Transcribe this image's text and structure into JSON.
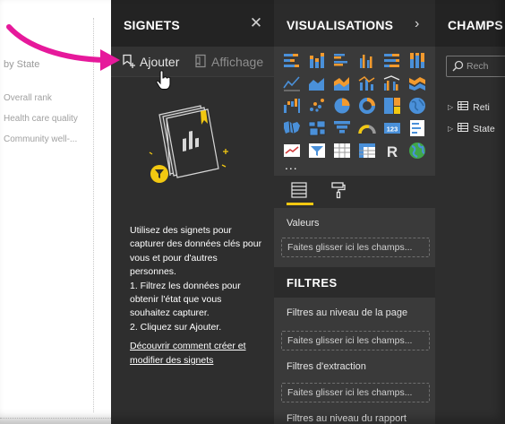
{
  "canvas": {
    "title": "by State",
    "items": [
      "Overall rank",
      "Health care quality",
      "Community well-..."
    ]
  },
  "bookmarks": {
    "title": "SIGNETS",
    "close_glyph": "✕",
    "add_label": "Ajouter",
    "view_label": "Affichage",
    "description": [
      "Utilisez des signets pour capturer des données clés pour vous et pour d'autres personnes.",
      "1. Filtrez les données pour obtenir l'état que vous souhaitez capturer.",
      "2. Cliquez sur Ajouter."
    ],
    "link": "Découvrir comment créer et modifier des signets"
  },
  "visualizations": {
    "title": "VISUALISATIONS",
    "chevron": "›",
    "more": "...",
    "icons": [
      "stacked-bar-icon",
      "stacked-column-icon",
      "clustered-bar-icon",
      "clustered-column-icon",
      "100-stacked-bar-icon",
      "100-stacked-column-icon",
      "line-chart-icon",
      "area-chart-icon",
      "stacked-area-icon",
      "line-column-icon",
      "line-clustered-column-icon",
      "ribbon-chart-icon",
      "waterfall-icon",
      "scatter-icon",
      "pie-icon",
      "donut-icon",
      "treemap-icon",
      "map-icon",
      "filled-map-icon",
      "shape-map-icon",
      "funnel-icon",
      "gauge-icon",
      "card-icon",
      "multirow-card-icon",
      "kpi-icon",
      "slicer-icon",
      "table-icon",
      "matrix-icon",
      "r-visual-icon",
      "globe-icon"
    ],
    "values_label": "Valeurs",
    "drop_hint": "Faites glisser ici les champs...",
    "filters_title": "FILTRES",
    "filter_page_level": "Filtres au niveau de la page",
    "filter_drillthrough": "Filtres d'extraction",
    "filter_report_level": "Filtres au niveau du rapport"
  },
  "fields": {
    "title": "CHAMPS",
    "search_placeholder": "Rech",
    "items": [
      "Reti",
      "State"
    ]
  },
  "colors": {
    "accent_yellow": "#f2c811",
    "chart_blue": "#4a90d9",
    "chart_orange": "#f29a2e",
    "annotation_pink": "#e6199b"
  }
}
